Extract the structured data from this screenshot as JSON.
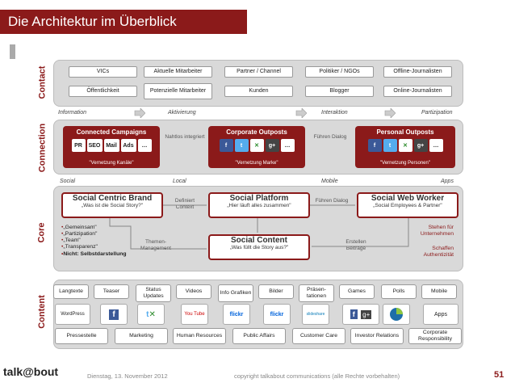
{
  "title": "Die Architektur im Überblick",
  "layers": {
    "contact": "Contact",
    "connection": "Connection",
    "core": "Core",
    "content": "Content"
  },
  "contact_boxes": [
    "VICs",
    "Aktuelle Mitarbeiter",
    "Partner / Channel",
    "Politiker / NGOs",
    "Offline-Journalisten",
    "Öffentlichkeit",
    "Potenzielle Mitarbeiter",
    "Kunden",
    "Blogger",
    "Online-Journalisten"
  ],
  "flow_labels": [
    "Information",
    "Aktivierung",
    "Interaktion",
    "Partizipation"
  ],
  "connection": {
    "campaigns": {
      "title": "Connected Campaigns",
      "items": [
        "PR",
        "SEO",
        "Mail",
        "Ads",
        "…"
      ],
      "sub": "\"Vernetzung Kanäle\""
    },
    "corporate": {
      "title": "Corporate Outposts",
      "sub": "\"Vernetzung Marke\""
    },
    "personal": {
      "title": "Personal Outposts",
      "sub": "\"Vernetzung Personen\""
    },
    "mid1": "Nahtlos integriert",
    "mid2": "Führen Dialog"
  },
  "axis_labels": [
    "Social",
    "Local",
    "Mobile",
    "Apps"
  ],
  "core": {
    "brand": {
      "title": "Social Centric Brand",
      "sub": "„Was ist die Social Story?\""
    },
    "platform": {
      "title": "Social Platform",
      "sub": "„Hier läuft alles zusammen\""
    },
    "worker": {
      "title": "Social Web Worker",
      "sub": "„Social Employees & Partner\""
    },
    "content": {
      "title": "Social Content",
      "sub": "„Was füllt die Story aus?\""
    },
    "m1": "Definiert Context",
    "m2": "Führen Dialog",
    "m3": "Themen-Management",
    "m4": "Erstellen Beiträge",
    "bullets": [
      "„Gemeinsam\"",
      "„Partizipation\"",
      "„Team\"",
      "„Transparenz\"",
      "Nicht: Selbstdarstellung"
    ],
    "right1": "Stehen für Unternehmen",
    "right2": "Schaffen Authentizität"
  },
  "content_types": [
    "Langtexte",
    "Teaser",
    "Status Updates",
    "Videos",
    "Info Grafiken",
    "Bilder",
    "Präsen-tationen",
    "Games",
    "Polls",
    "Mobile"
  ],
  "logos": [
    "WordPress",
    "f",
    "t",
    "You Tube",
    "flickr",
    "flickr",
    "slideshare",
    "f",
    "g+",
    "Apps"
  ],
  "departments": [
    "Pressestelle",
    "Marketing",
    "Human Resources",
    "Public Affairs",
    "Customer Care",
    "Investor Relations",
    "Corporate Responsibility"
  ],
  "footer": {
    "logo": "talk@bout",
    "date": "Dienstag, 13. November 2012",
    "copy": "copyright talkabout communications (alle Rechte vorbehalten)",
    "page": "51"
  }
}
